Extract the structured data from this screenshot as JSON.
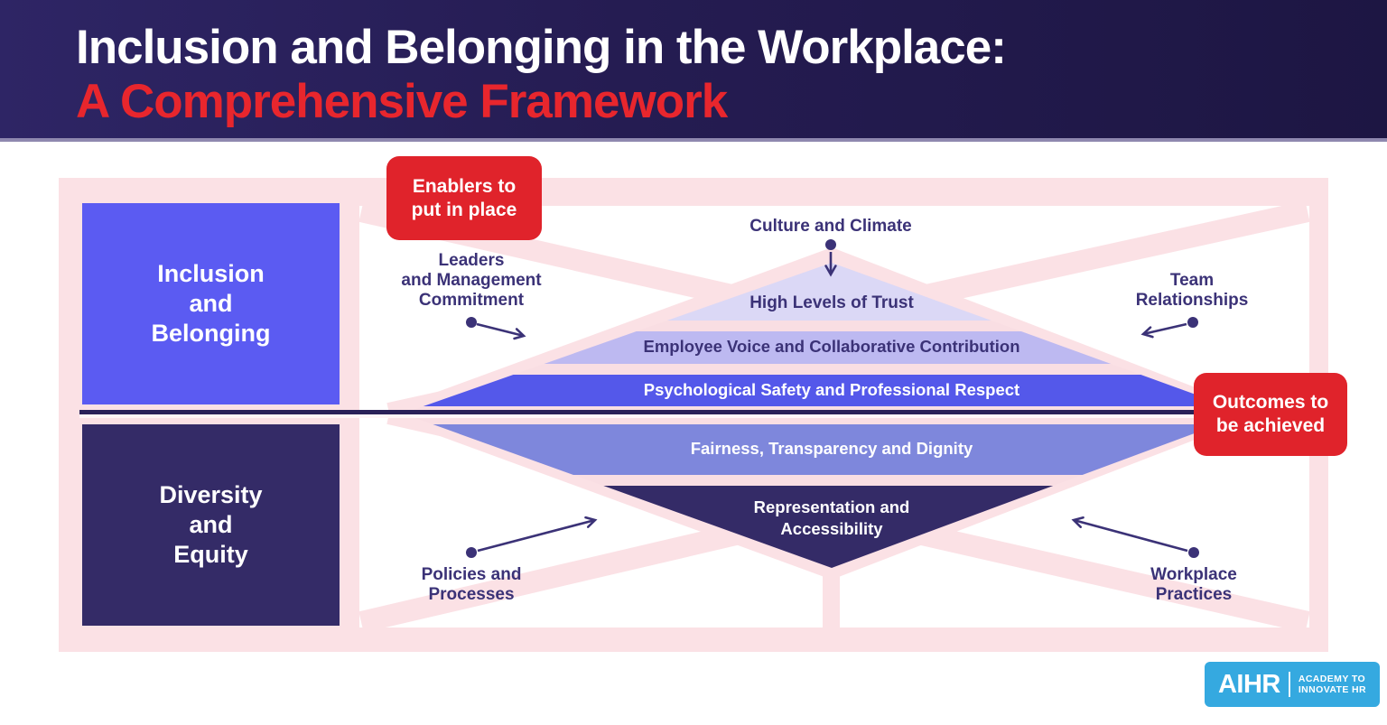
{
  "header": {
    "title_line1": "Inclusion and Belonging in the Workplace:",
    "title_line2": "A Comprehensive Framework"
  },
  "callouts": {
    "enablers": "Enablers to\nput in place",
    "outcomes": "Outcomes to\nbe achieved"
  },
  "category_boxes": {
    "inclusion_belonging": "Inclusion\nand\nBelonging",
    "diversity_equity": "Diversity\nand\nEquity"
  },
  "diamond": {
    "top_label": "Culture and Climate",
    "band1": "High Levels of Trust",
    "band2": "Employee Voice and Collaborative Contribution",
    "band3": "Psychological Safety and Professional Respect",
    "band4": "Fairness, Transparency and Dignity",
    "band5": "Representation and\nAccessibility"
  },
  "corner_labels": {
    "top_left": "Leaders\nand Management\nCommitment",
    "top_right": "Team\nRelationships",
    "bottom_left": "Policies and\nProcesses",
    "bottom_right": "Workplace\nPractices"
  },
  "logo": {
    "brand": "AIHR",
    "tagline_line1": "ACADEMY TO",
    "tagline_line2": "INNOVATE HR"
  },
  "colors": {
    "header_bg": "#241C52",
    "title_accent_red": "#E8262D",
    "panel_pink": "#FBE1E5",
    "band1_lavender": "#DBD8F6",
    "band2_lavender": "#BDB9F1",
    "band3_blue": "#5458EA",
    "band4_slate": "#7E87DC",
    "band5_navy": "#342B67",
    "inclusion_box_blue": "#5B5BF2",
    "diversity_box_navy": "#342B67",
    "callout_red": "#E0232B",
    "label_navy": "#3B3277",
    "logo_blue": "#35A9E0"
  }
}
